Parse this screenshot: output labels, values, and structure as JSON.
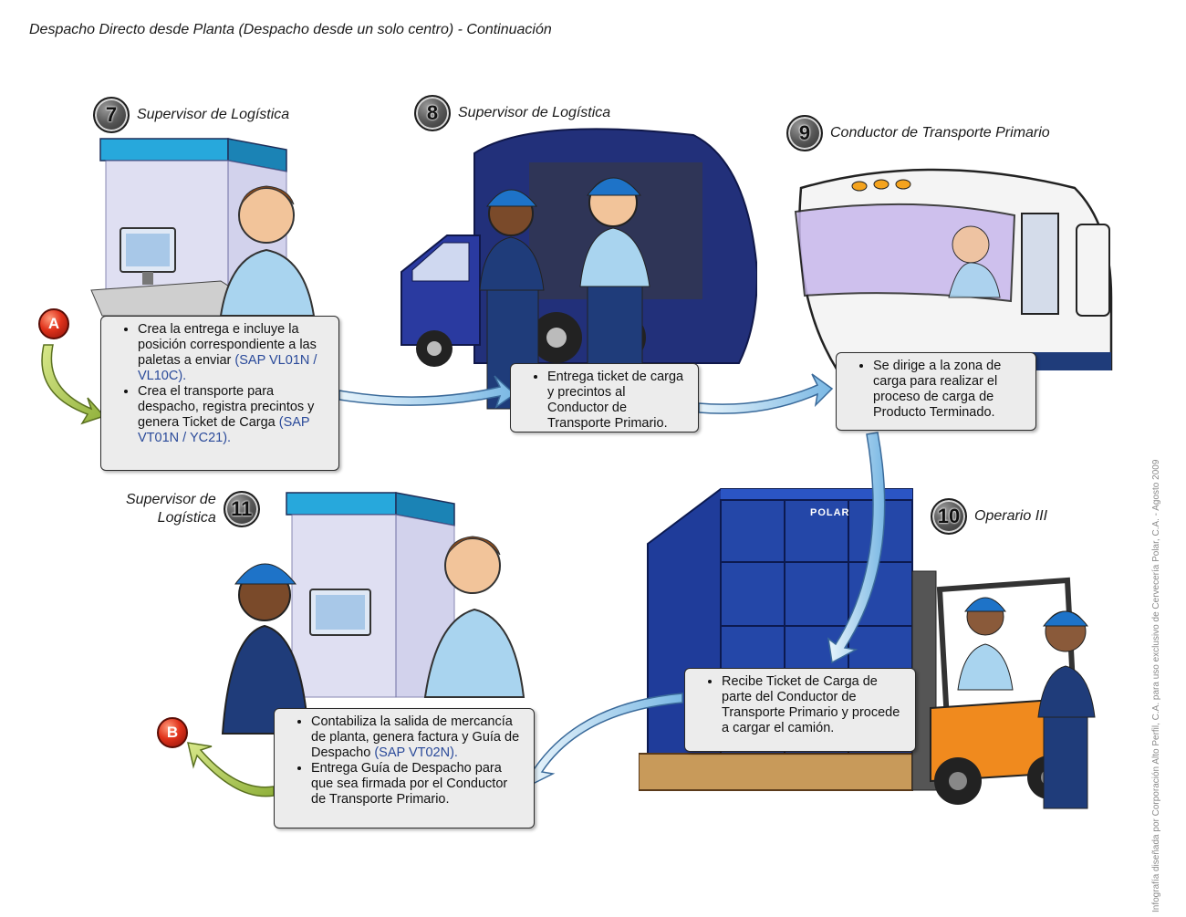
{
  "title": "Despacho Directo desde Planta (Despacho desde un solo centro) - Continuación",
  "side_note": "Infografía diseñada por Corporación Alto Perfil, C.A. para uso exclusivo de Cervecería Polar, C.A. - Agosto 2009",
  "markers": {
    "a": "A",
    "b": "B"
  },
  "steps": {
    "s7": {
      "number": "7",
      "role": "Supervisor de Logística"
    },
    "s8": {
      "number": "8",
      "role": "Supervisor de Logística"
    },
    "s9": {
      "number": "9",
      "role": "Conductor de Transporte Primario"
    },
    "s10": {
      "number": "10",
      "role": "Operario III"
    },
    "s11": {
      "number": "11",
      "role_line1": "Supervisor de",
      "role_line2": "Logística"
    }
  },
  "bubbles": {
    "b7": {
      "item1_text": "Crea la entrega e incluye la posición correspondiente a las paletas a enviar",
      "item1_sap": "(SAP VL01N / VL10C).",
      "item2_text": "Crea el transporte para despacho, registra precintos y genera Ticket de Carga",
      "item2_sap": "(SAP VT01N / YC21)."
    },
    "b8": {
      "item1_text": "Entrega ticket de carga y precintos al Conductor de Transporte Primario."
    },
    "b9": {
      "item1_text": "Se dirige a la zona de carga para realizar el proceso de carga de Producto Terminado."
    },
    "b10": {
      "item1_text": "Recibe Ticket de Carga de parte del Conductor de Transporte Primario y procede a cargar el camión."
    },
    "b11": {
      "item1_text": "Contabiliza la salida de mercancía de planta, genera factura y Guía de Despacho",
      "item1_sap": "(SAP VT02N).",
      "item2_text": "Entrega Guía de Despacho para que sea firmada por el Conductor de Transporte Primario."
    }
  },
  "crate_brand": "POLAR",
  "colors": {
    "booth_blue": "#27a8dc",
    "truck_blue": "#1f2f8f",
    "uniform_blue": "#1f3c7a",
    "arrow_blue": "#9fd0ef",
    "arrow_green": "#a9c94a",
    "forklift_orange": "#f08a1e",
    "sap_text": "#2a4a9a"
  }
}
